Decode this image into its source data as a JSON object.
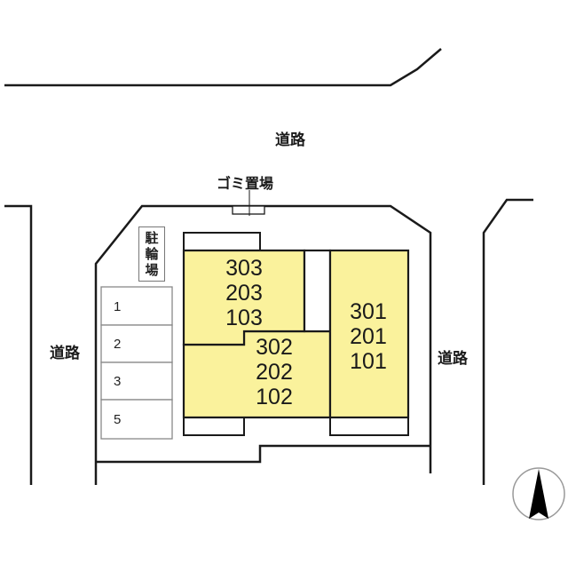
{
  "labels": {
    "road_top": "道路",
    "road_left": "道路",
    "road_right": "道路",
    "garbage": "ゴミ置場",
    "bicycle_parking": [
      "駐",
      "輪",
      "場"
    ]
  },
  "buildings": [
    {
      "id": "building-a",
      "units": [
        "303",
        "203",
        "103"
      ]
    },
    {
      "id": "building-b",
      "units": [
        "302",
        "202",
        "102"
      ]
    },
    {
      "id": "building-c",
      "units": [
        "301",
        "201",
        "101"
      ]
    }
  ],
  "parking": [
    "1",
    "2",
    "3",
    "5"
  ],
  "compass": {
    "direction": "north"
  },
  "colors": {
    "unit_fill": "#FAF29C",
    "line": "#1a1a1a",
    "parking_line": "#888888",
    "background": "#ffffff"
  }
}
